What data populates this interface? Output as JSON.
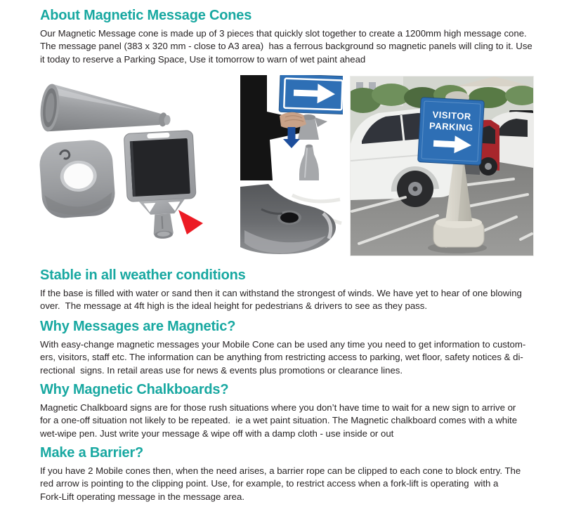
{
  "page": {
    "accent_color": "#18a8a1",
    "text_color": "#272324",
    "background": "#ffffff"
  },
  "sections": [
    {
      "heading": "About Magnetic Message Cones",
      "body": "Our Magnetic Message cone is made up of 3 pieces that quickly slot together to create a 1200mm high message cone.\nThe message panel (383 x 320 mm - close to A3 area)  has a ferrous background so magnetic panels will cling to it. Use\nit today to reserve a Parking Space, Use it tomorrow to warn of wet paint ahead"
    },
    {
      "heading": "Stable in all weather conditions",
      "body": "If the base is filled with water or sand then it can withstand the strongest of winds. We have yet to hear of one blowing\nover.  The message at 4ft high is the ideal height for pedestrians & drivers to see as they pass."
    },
    {
      "heading": "Why Messages are Magnetic?",
      "body": "With easy-change magnetic messages your Mobile Cone can be used any time you need to get information to custom-\ners, visitors, staff etc. The information can be anything from restricting access to parking, wet floor, safety notices & di-\nrectional  signs. In retail areas use for news & events plus promotions or clearance lines."
    },
    {
      "heading": "Why Magnetic Chalkboards?",
      "body": "Magnetic Chalkboard signs are for those rush situations where you don’t have time to wait for a new sign to arrive or\nfor a one-off situation not likely to be repeated.  ie a wet paint situation. The Magnetic chalkboard comes with a white\nwet-wipe pen. Just write your message & wipe off with a damp cloth - use inside or out"
    },
    {
      "heading": "Make a Barrier?",
      "body": "If you have 2 Mobile cones then, when the need arises, a barrier rope can be clipped to each cone to block entry. The\nred arrow is pointing to the clipping point. Use, for example, to restrict access when a fork-lift is operating  with a\nFork-Lift operating message in the message area."
    }
  ],
  "figures": {
    "parking": {
      "sign_line1": "VISITOR",
      "sign_line2": "PARKING"
    }
  },
  "colors": {
    "sign_blue": "#2e6fb5",
    "arrow_blue": "#1d4e9c",
    "pointer_red": "#ec1b24",
    "part_gray": "#9da0a3"
  },
  "icons": [
    "right-arrow-icon",
    "down-arrow-icon",
    "red-pointer-icon"
  ]
}
